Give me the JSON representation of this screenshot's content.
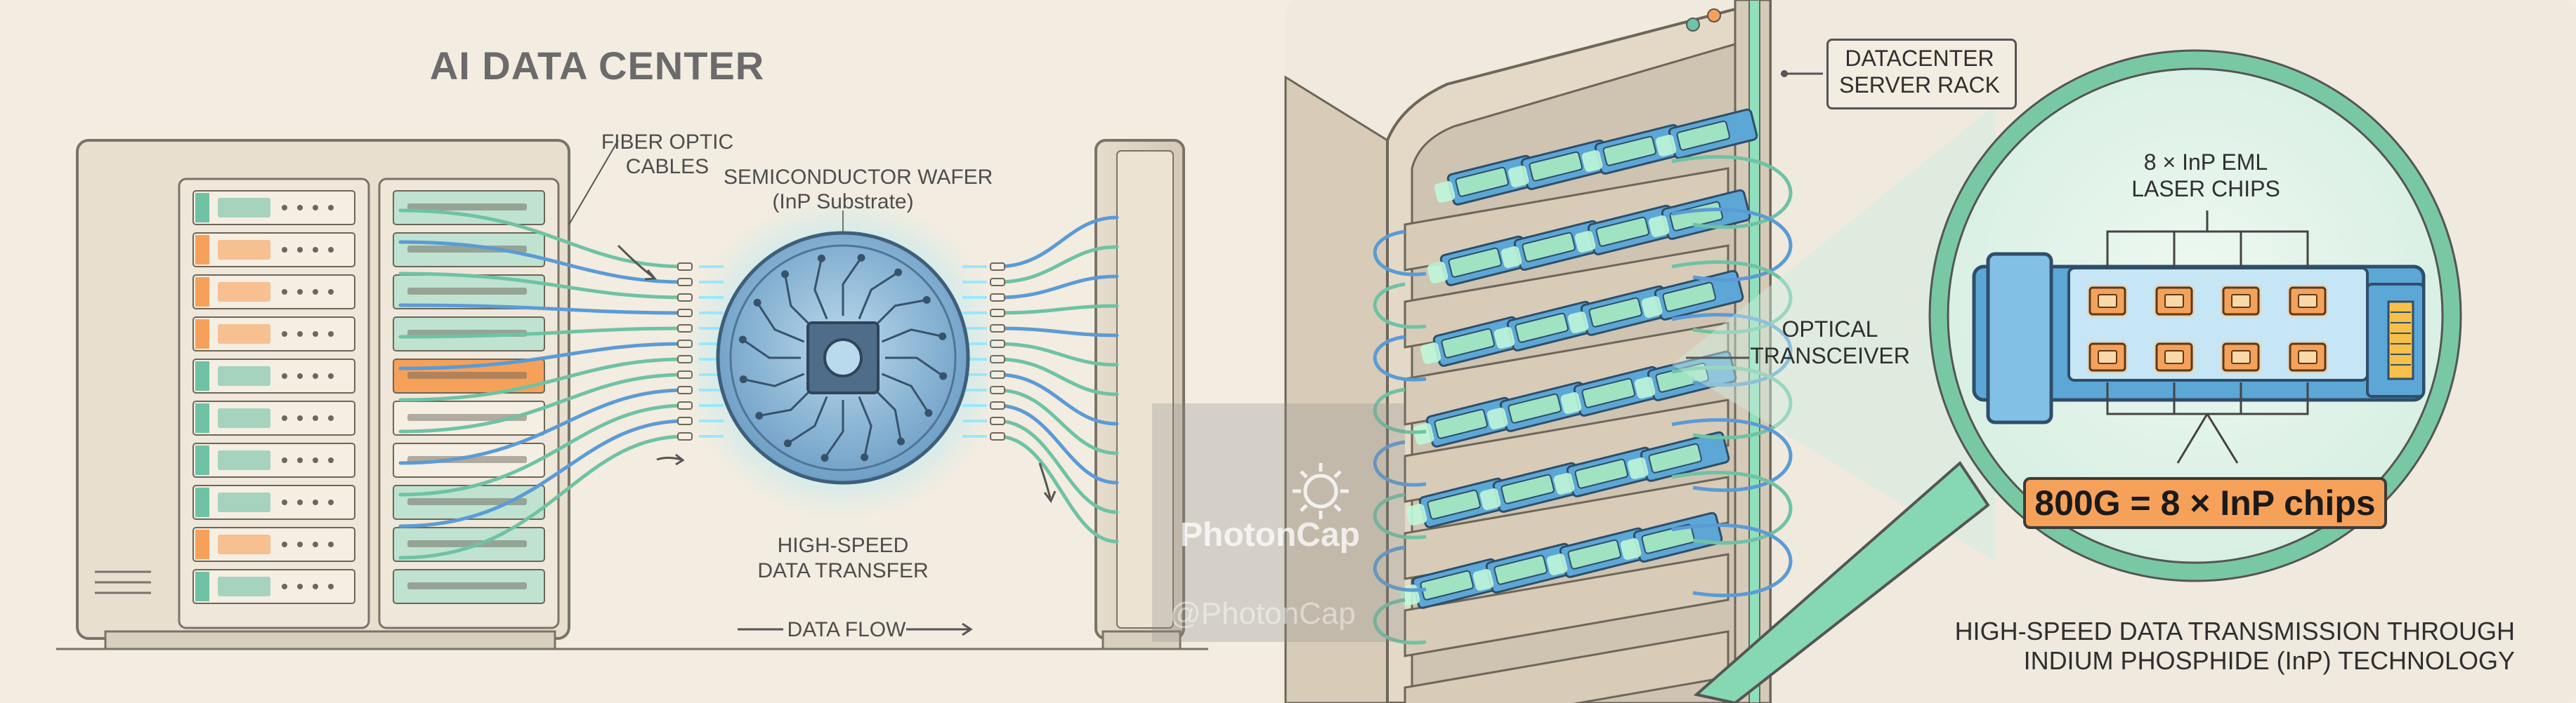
{
  "left_panel": {
    "title": "AI DATA CENTER",
    "fiber_label_line1": "FIBER OPTIC",
    "fiber_label_line2": "CABLES",
    "wafer_label_line1": "SEMICONDUCTOR WAFER",
    "wafer_label_line2": "(InP Substrate)",
    "transfer_label_line1": "HIGH-SPEED",
    "transfer_label_line2": "DATA TRANSFER",
    "flow_label": "DATA FLOW"
  },
  "right_panel": {
    "rack_label_line1": "DATACENTER",
    "rack_label_line2": "SERVER RACK",
    "transceiver_label_line1": "OPTICAL",
    "transceiver_label_line2": "TRANSCEIVER",
    "chips_label_line1": "8 × InP EML",
    "chips_label_line2": "LASER CHIPS",
    "badge": "800G = 8 × InP chips",
    "caption_line1": "HIGH-SPEED DATA TRANSMISSION THROUGH",
    "caption_line2": "INDIUM PHOSPHIDE (InP) TECHNOLOGY"
  },
  "watermark": {
    "brand": "PhotonCap",
    "handle": "@PhotonCap"
  },
  "colors": {
    "background": "#f3ece0",
    "teal": "#6fc2a4",
    "blue": "#5b9bd5",
    "orange": "#f6a15a",
    "glow": "#8fe8ff",
    "mint": "#9fe3c3"
  }
}
